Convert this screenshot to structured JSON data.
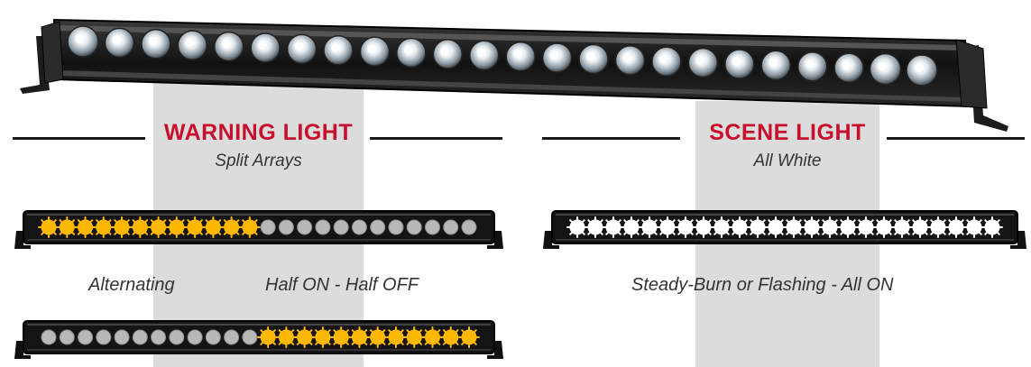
{
  "sections": {
    "warning": {
      "title": "WARNING LIGHT",
      "subtitle": "Split Arrays",
      "captions": {
        "alternating": "Alternating",
        "half": "Half ON - Half OFF"
      },
      "bars": [
        {
          "leds": 24,
          "lit": [
            1,
            1,
            1,
            1,
            1,
            1,
            1,
            1,
            1,
            1,
            1,
            1,
            0,
            0,
            0,
            0,
            0,
            0,
            0,
            0,
            0,
            0,
            0,
            0
          ]
        },
        {
          "leds": 24,
          "lit": [
            0,
            0,
            0,
            0,
            0,
            0,
            0,
            0,
            0,
            0,
            0,
            0,
            1,
            1,
            1,
            1,
            1,
            1,
            1,
            1,
            1,
            1,
            1,
            1
          ]
        }
      ]
    },
    "scene": {
      "title": "SCENE LIGHT",
      "subtitle": "All White",
      "caption": "Steady-Burn or Flashing - All ON",
      "bars": [
        {
          "leds": 24,
          "lit": [
            1,
            1,
            1,
            1,
            1,
            1,
            1,
            1,
            1,
            1,
            1,
            1,
            1,
            1,
            1,
            1,
            1,
            1,
            1,
            1,
            1,
            1,
            1,
            1
          ]
        }
      ]
    }
  },
  "hero_bar": {
    "leds": 24
  },
  "colors": {
    "accent_red": "#c8102e",
    "amber_led": "#ffb800",
    "white_led": "#ffffff",
    "off_led": "#b8b8b8",
    "band": "#dcdcdc",
    "housing": "#141414"
  }
}
